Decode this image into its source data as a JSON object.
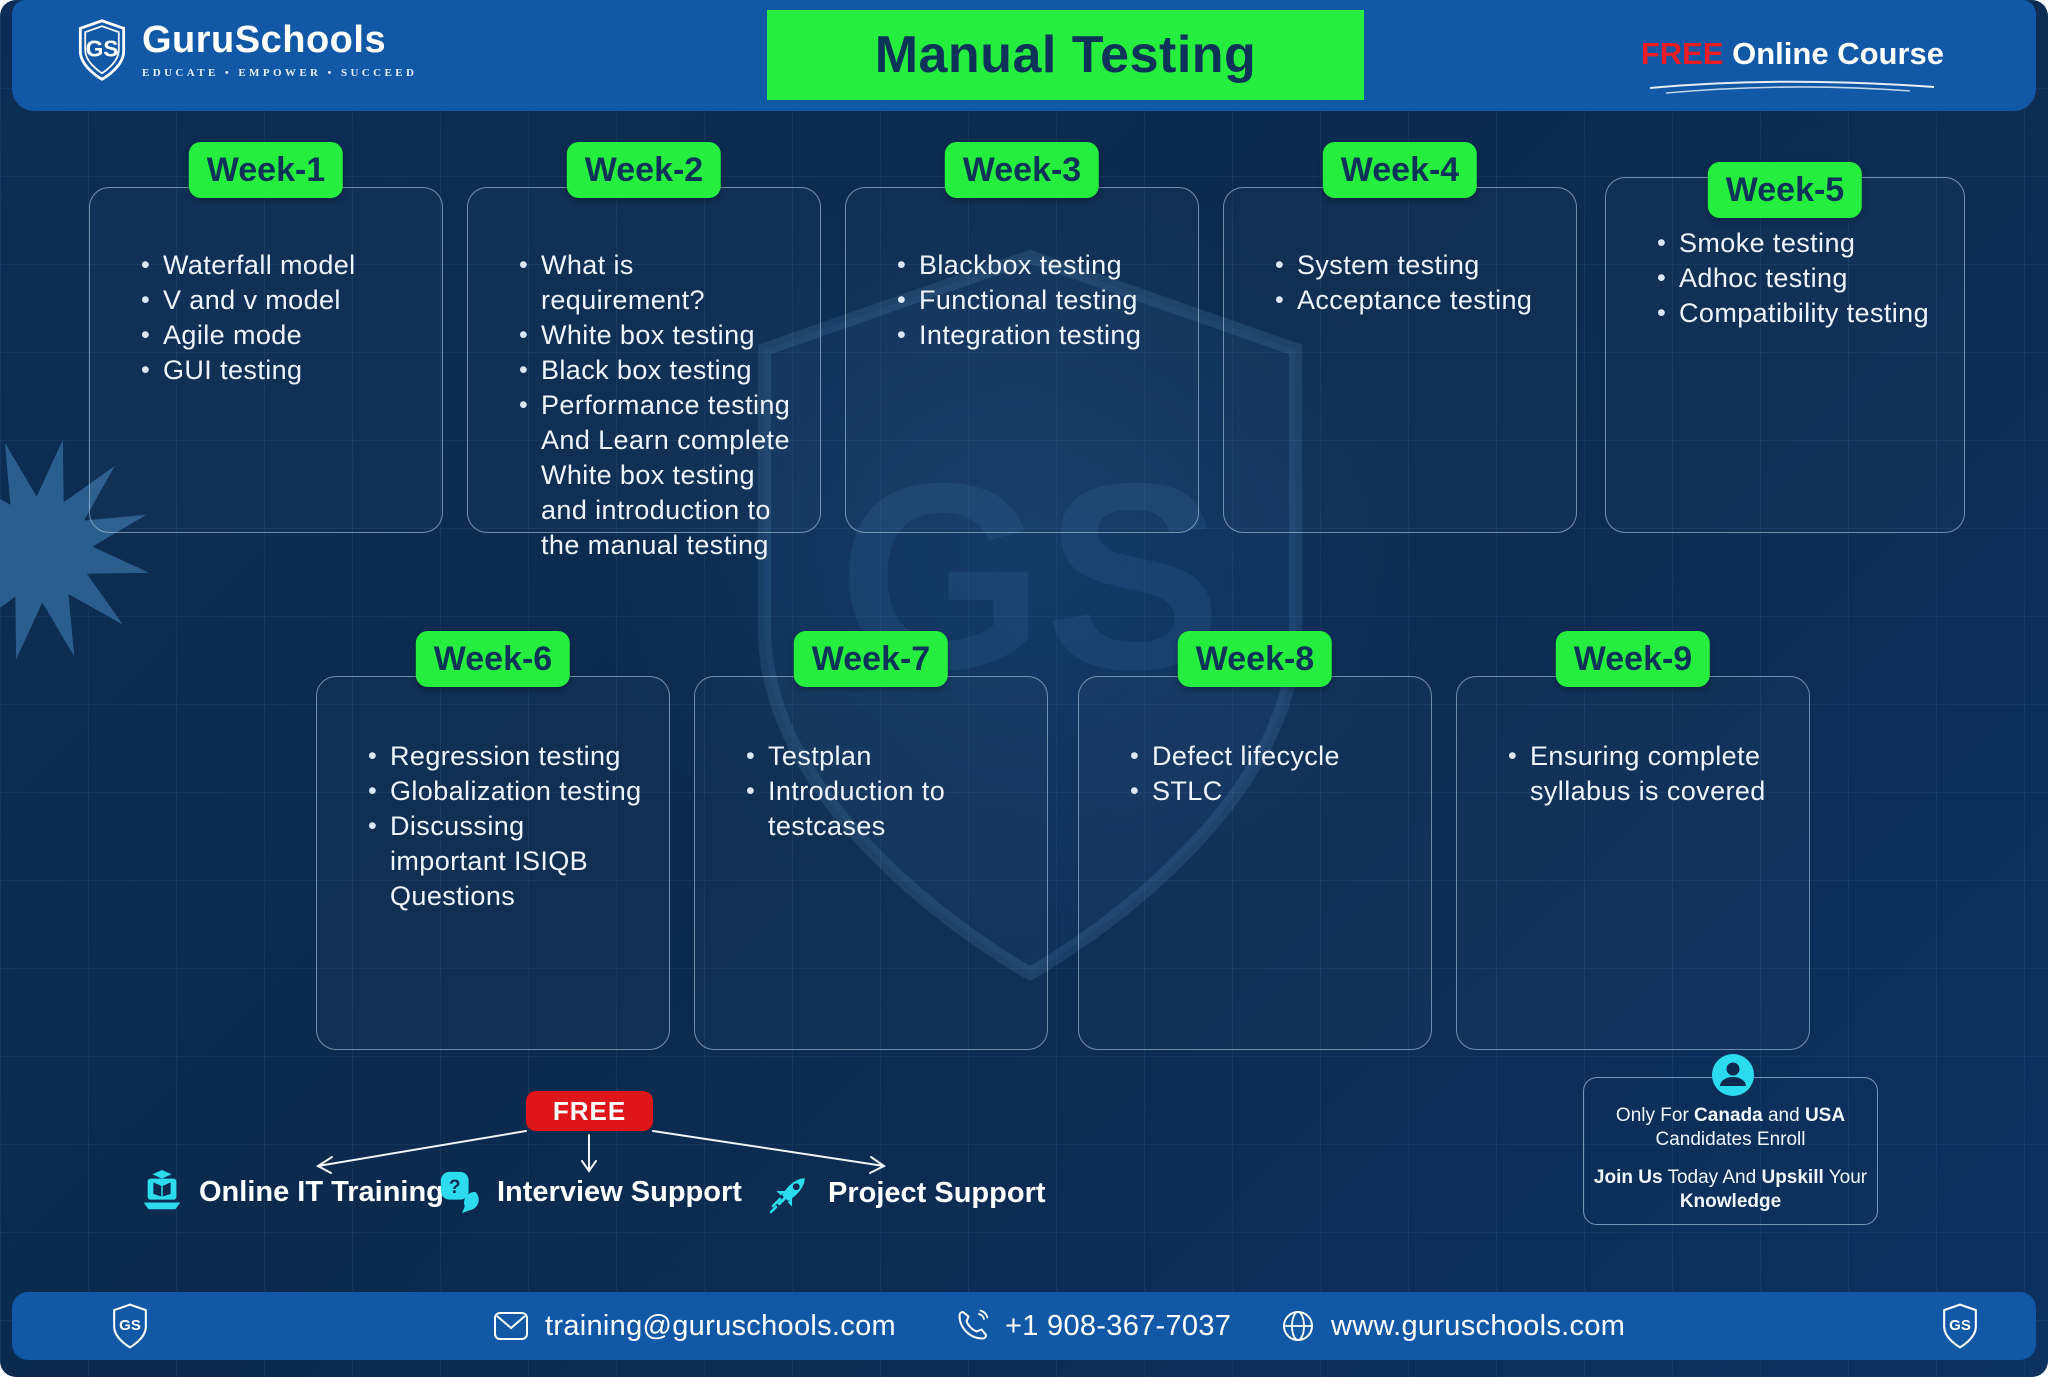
{
  "header": {
    "brand": {
      "name": "GuruSchools",
      "tagline": "EDUCATE • EMPOWER • SUCCEED"
    },
    "title": "Manual Testing",
    "course_badge": {
      "free": "FREE",
      "rest": " Online Course"
    }
  },
  "weeks": [
    {
      "label": "Week-1",
      "items": [
        "Waterfall model",
        "V and v model",
        "Agile mode",
        "GUI testing"
      ]
    },
    {
      "label": "Week-2",
      "items": [
        "What is requirement?",
        "White box testing",
        "Black box testing",
        "Performance testing And Learn complete White box testing and introduction to the manual testing"
      ]
    },
    {
      "label": "Week-3",
      "items": [
        "Blackbox testing",
        "Functional testing",
        "Integration testing"
      ]
    },
    {
      "label": "Week-4",
      "items": [
        "System testing",
        "Acceptance testing"
      ]
    },
    {
      "label": "Week-5",
      "items": [
        "Smoke testing",
        "Adhoc testing",
        "Compatibility testing"
      ]
    },
    {
      "label": "Week-6",
      "items": [
        "Regression testing",
        "Globalization testing",
        "Discussing important ISIQB Questions"
      ]
    },
    {
      "label": "Week-7",
      "items": [
        "Testplan",
        "Introduction to testcases"
      ]
    },
    {
      "label": "Week-8",
      "items": [
        "Defect lifecycle",
        "STLC"
      ]
    },
    {
      "label": "Week-9",
      "items": [
        "Ensuring complete syllabus is covered"
      ]
    }
  ],
  "free_section": {
    "badge": "FREE",
    "items": [
      {
        "icon": "online-it-training-icon",
        "label": "Online IT Training"
      },
      {
        "icon": "interview-support-icon",
        "label": "Interview Support"
      },
      {
        "icon": "project-support-icon",
        "label": "Project Support"
      }
    ]
  },
  "enroll_box": {
    "line1": [
      {
        "t": "Only For "
      },
      {
        "t": "Canada",
        "b": 1
      },
      {
        "t": " and "
      },
      {
        "t": "USA",
        "b": 1
      }
    ],
    "line2": "Candidates  Enroll",
    "line3": [
      {
        "t": "Join Us",
        "b": 1
      },
      {
        "t": " Today And "
      },
      {
        "t": "Upskill",
        "b": 1
      },
      {
        "t": " Your"
      }
    ],
    "line4": "Knowledge"
  },
  "footer": {
    "email": "training@guruschools.com",
    "phone": "+1 908-367-7037",
    "website": "www.guruschools.com"
  },
  "colors": {
    "header_blue": "#1158A6",
    "background_navy": "#0B2A4E",
    "accent_green": "#25EE3E",
    "badge_text_navy": "#0E3359",
    "free_red_badge": "#DE1619",
    "free_red_text": "#EA1C24",
    "cyan_icon": "#2CDCEE",
    "bullet_text": "#EFF5FB"
  }
}
